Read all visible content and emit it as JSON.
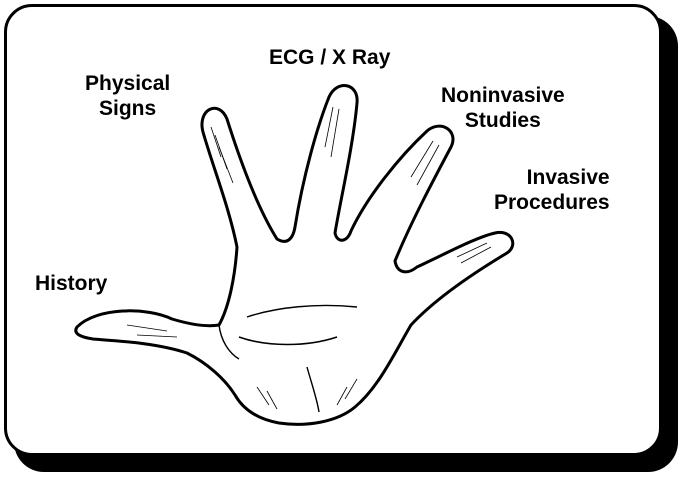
{
  "labels": {
    "ecg": "ECG / X Ray",
    "physical_line1": "Physical",
    "physical_line2": "Signs",
    "noninvasive_line1": "Noninvasive",
    "noninvasive_line2": "Studies",
    "invasive_line1": "Invasive",
    "invasive_line2": "Procedures",
    "history": "History"
  },
  "colors": {
    "ink": "#000000",
    "paper": "#ffffff"
  },
  "illustration": "open-hand-drawing"
}
